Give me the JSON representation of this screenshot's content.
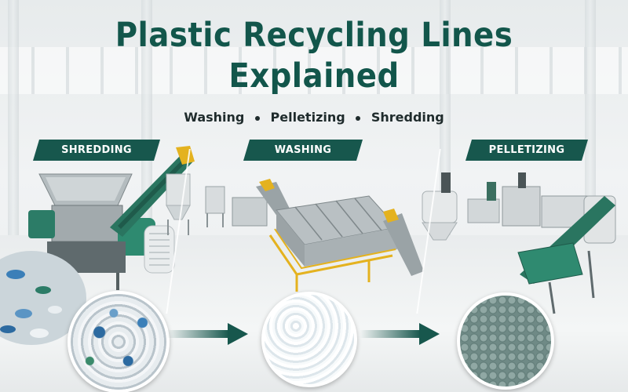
{
  "page": {
    "title_line_1": "Plastic Recycling Lines",
    "title_line_2": "Explained",
    "subtitle_items": [
      "Washing",
      "Pelletizing",
      "Shredding"
    ]
  },
  "sections": [
    {
      "id": "shredding",
      "label": "SHREDDING",
      "detail_image": "shredded-plastic-flakes"
    },
    {
      "id": "washing",
      "label": "WASHING",
      "detail_image": "washed-plastic-flakes"
    },
    {
      "id": "pelletizing",
      "label": "PELLETIZING",
      "detail_image": "plastic-pellets"
    }
  ],
  "icons": [
    "right-arrow-icon",
    "right-arrow-icon"
  ],
  "colors": {
    "brand_green": "#17574d",
    "title_green": "#12564b",
    "machine_gray": "#9aa3a6",
    "motor_green": "#2c7c67",
    "rail_yellow": "#e4b21f"
  }
}
